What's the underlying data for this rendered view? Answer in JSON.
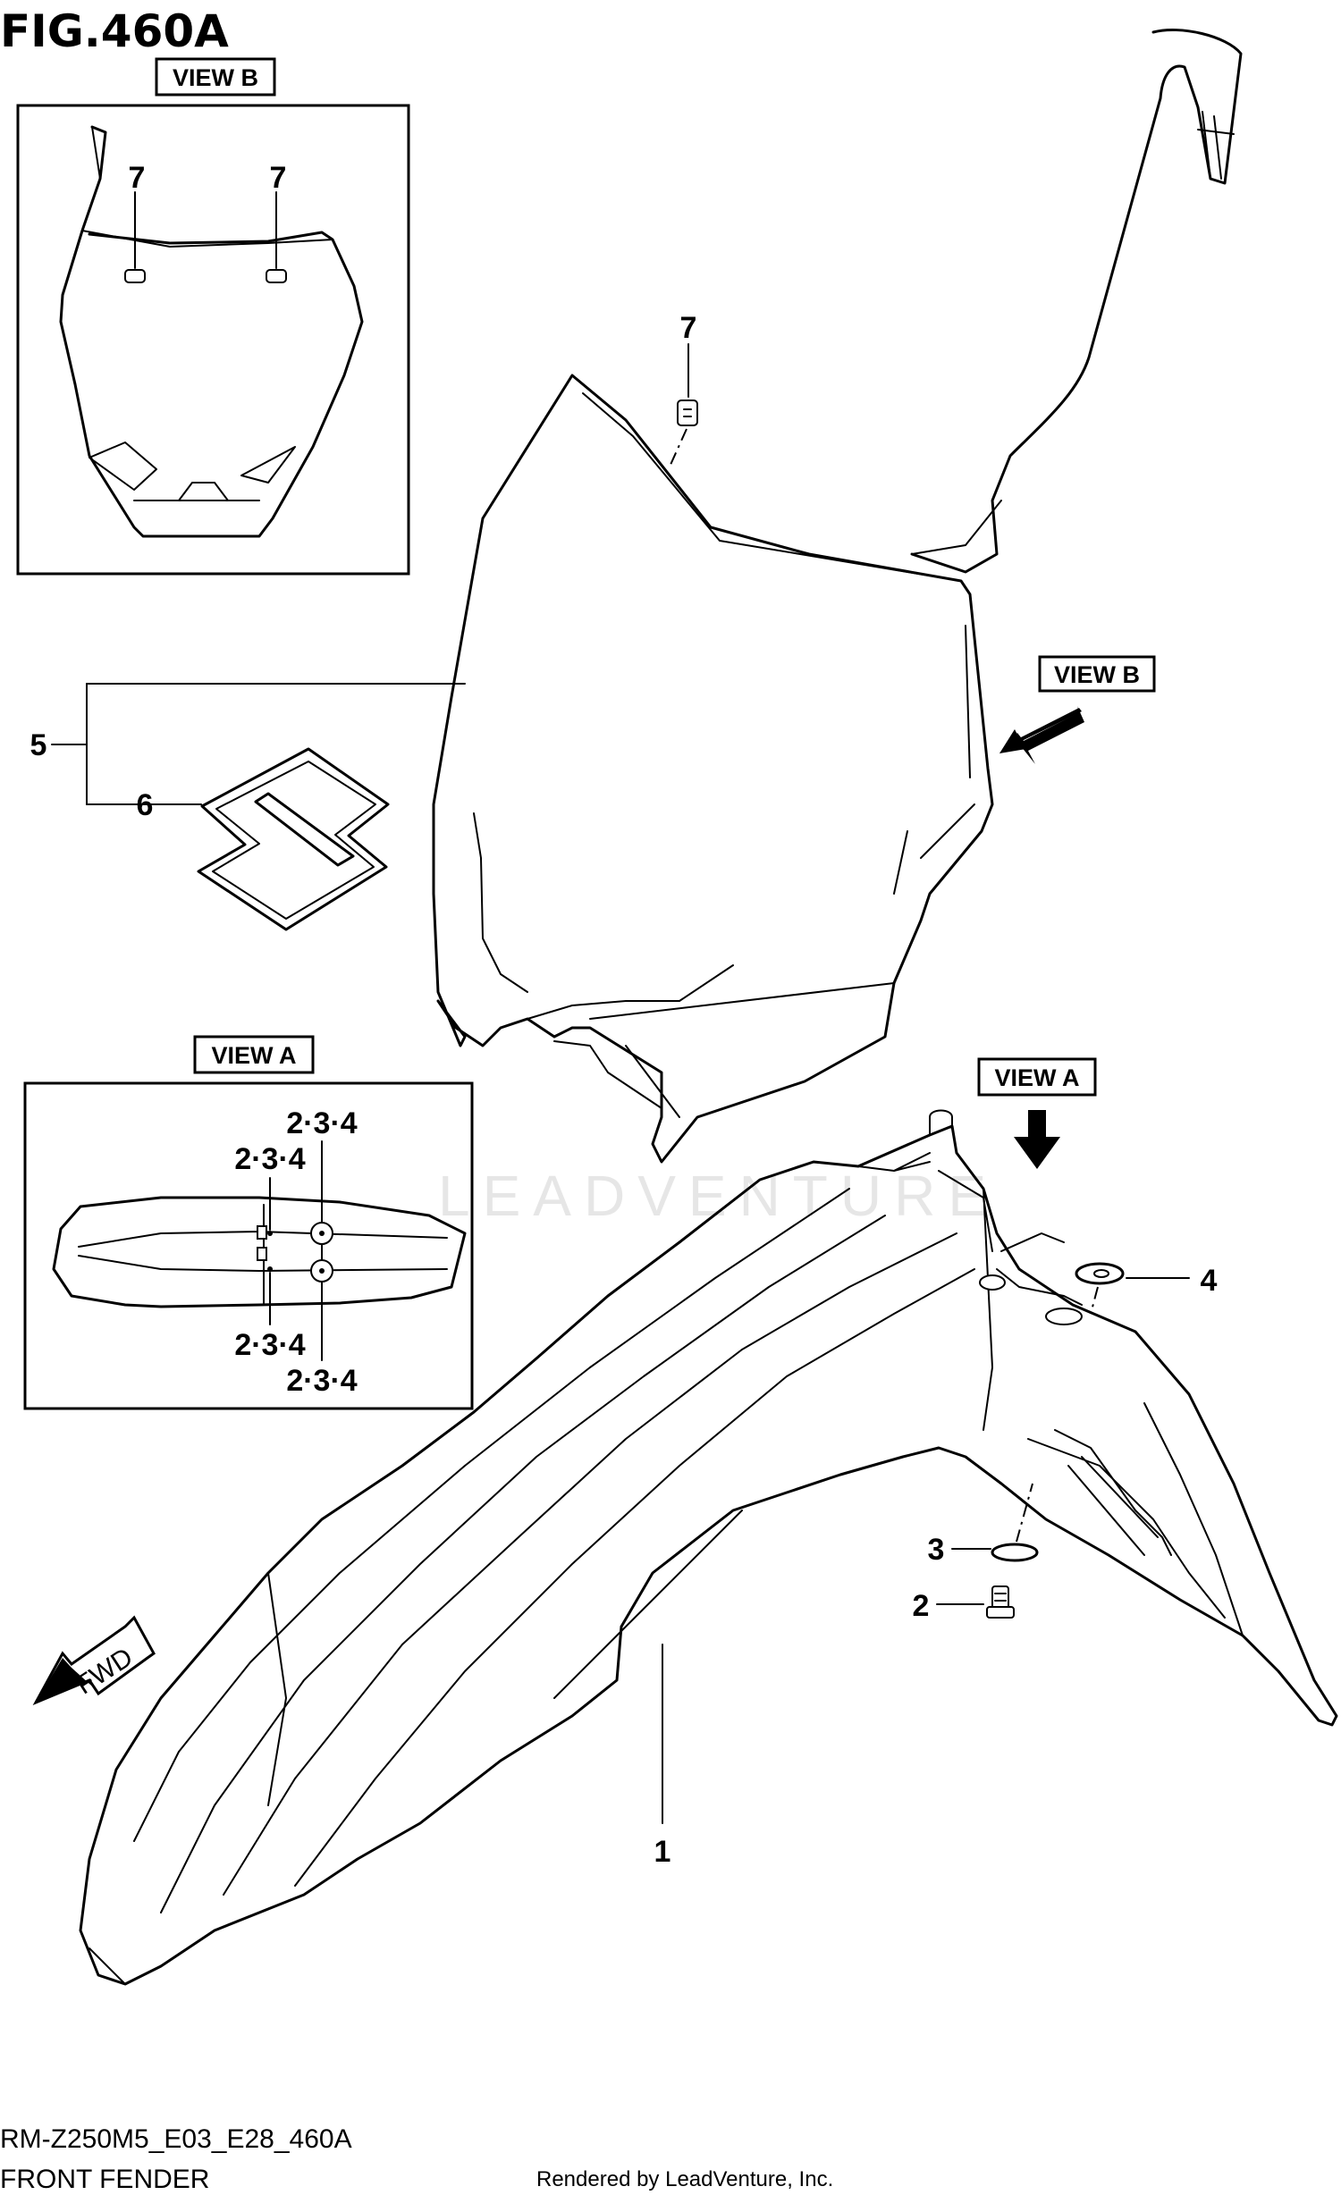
{
  "figure": {
    "title": "FIG.460A",
    "model_code": "RM-Z250M5_E03_E28_460A",
    "caption": "FRONT FENDER",
    "rendered_by": "Rendered by LeadVenture, Inc.",
    "watermark": "LEADVENTURE"
  },
  "views": {
    "view_a": "VIEW A",
    "view_b": "VIEW B"
  },
  "direction_arrow": "FWD",
  "callouts": {
    "front_fender": "1",
    "bolt": "2",
    "washer": "3",
    "grommet": "4",
    "number_plate": "5",
    "emblem": "6",
    "screw_main": "7",
    "screw_view_b_left": "7",
    "screw_view_b_right": "7",
    "view_a_top_right": "2·3·4",
    "view_a_top_left": "2·3·4",
    "view_a_bottom_left": "2·3·4",
    "view_a_bottom_right": "2·3·4"
  }
}
